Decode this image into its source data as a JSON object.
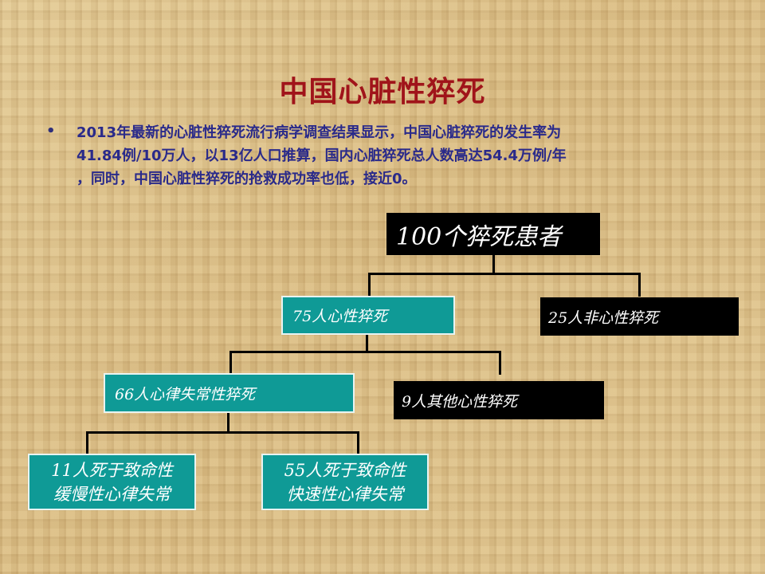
{
  "title": "中国心脏性猝死",
  "bullet": {
    "marker": "•",
    "lines": [
      "2013年最新的心脏性猝死流行病学调查结果显示，中国心脏猝死的发生率为",
      "41.84例/10万人，以13亿人口推算，国内心脏猝死总人数高达54.4万例/年",
      "，同时，中国心脏性猝死的抢救成功率也低，接近0。"
    ]
  },
  "tree": {
    "root": "100个猝死患者",
    "cardiac": "75人心性猝死",
    "non_cardiac": "25人非心性猝死",
    "arrhythmic": "66人心律失常性猝死",
    "other_cardiac": "9人其他心性猝死",
    "brady": [
      "11人死于致命性",
      "缓慢性心律失常"
    ],
    "tachy": [
      "55人死于致命性",
      "快速性心律失常"
    ]
  },
  "colors": {
    "title": "#a0141a",
    "bullet_text": "#2a2a8a",
    "teal_box": "#0f9a96",
    "black_box": "#000000"
  }
}
